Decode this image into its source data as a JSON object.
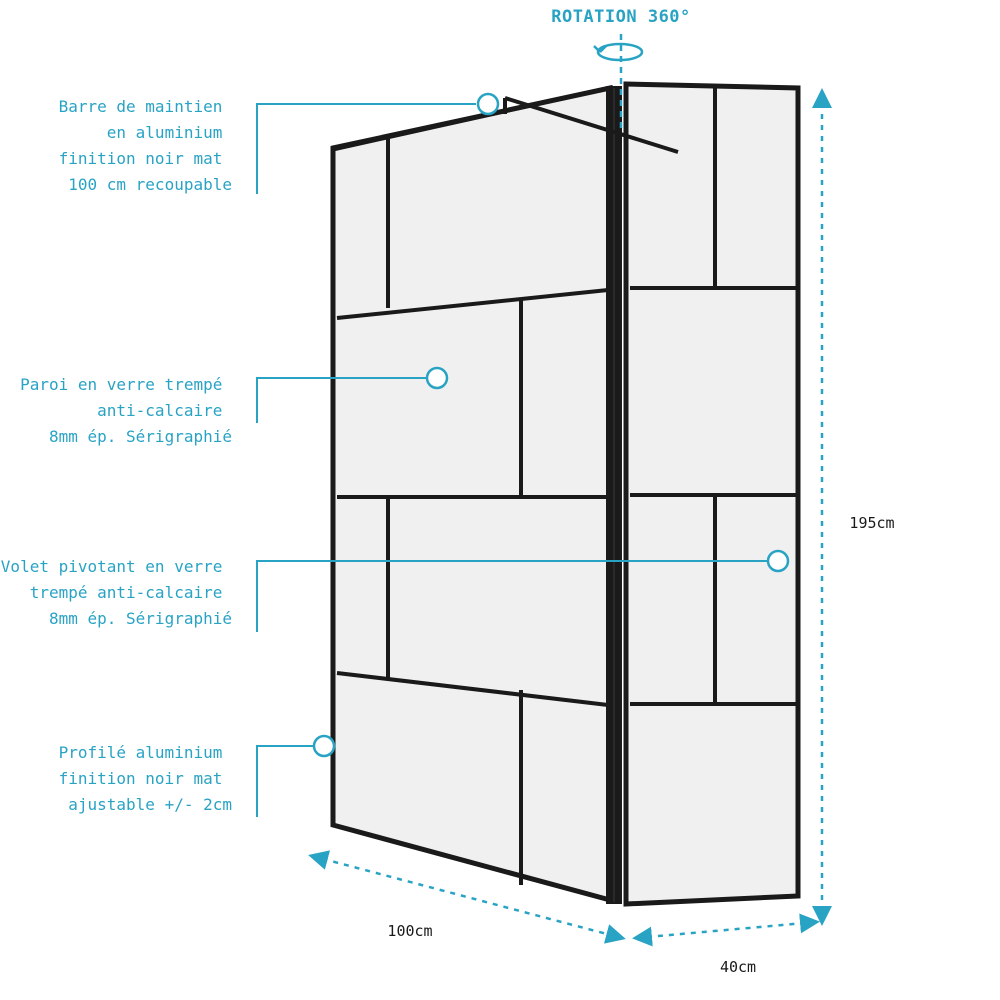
{
  "colors": {
    "accent": "#29a3c4",
    "frame": "#1a1a1a",
    "glass": "#f0f0f0",
    "background": "#ffffff"
  },
  "rotation": {
    "label": "ROTATION 360°",
    "icon": "rotation-arrow-icon"
  },
  "callouts": [
    {
      "id": "bar",
      "lines": [
        "Barre de maintien",
        "en aluminium",
        "finition noir mat",
        "100 cm recoupable"
      ]
    },
    {
      "id": "glass",
      "lines": [
        "Paroi en verre trempé",
        "anti-calcaire",
        "8mm ép. Sérigraphié"
      ]
    },
    {
      "id": "shutter",
      "lines": [
        "Volet pivotant en verre",
        "trempé anti-calcaire",
        "8mm ép. Sérigraphié"
      ]
    },
    {
      "id": "profile",
      "lines": [
        "Profilé aluminium",
        "finition noir mat",
        "ajustable +/- 2cm"
      ]
    }
  ],
  "dimensions": {
    "height": "195cm",
    "width": "100cm",
    "depth": "40cm"
  }
}
